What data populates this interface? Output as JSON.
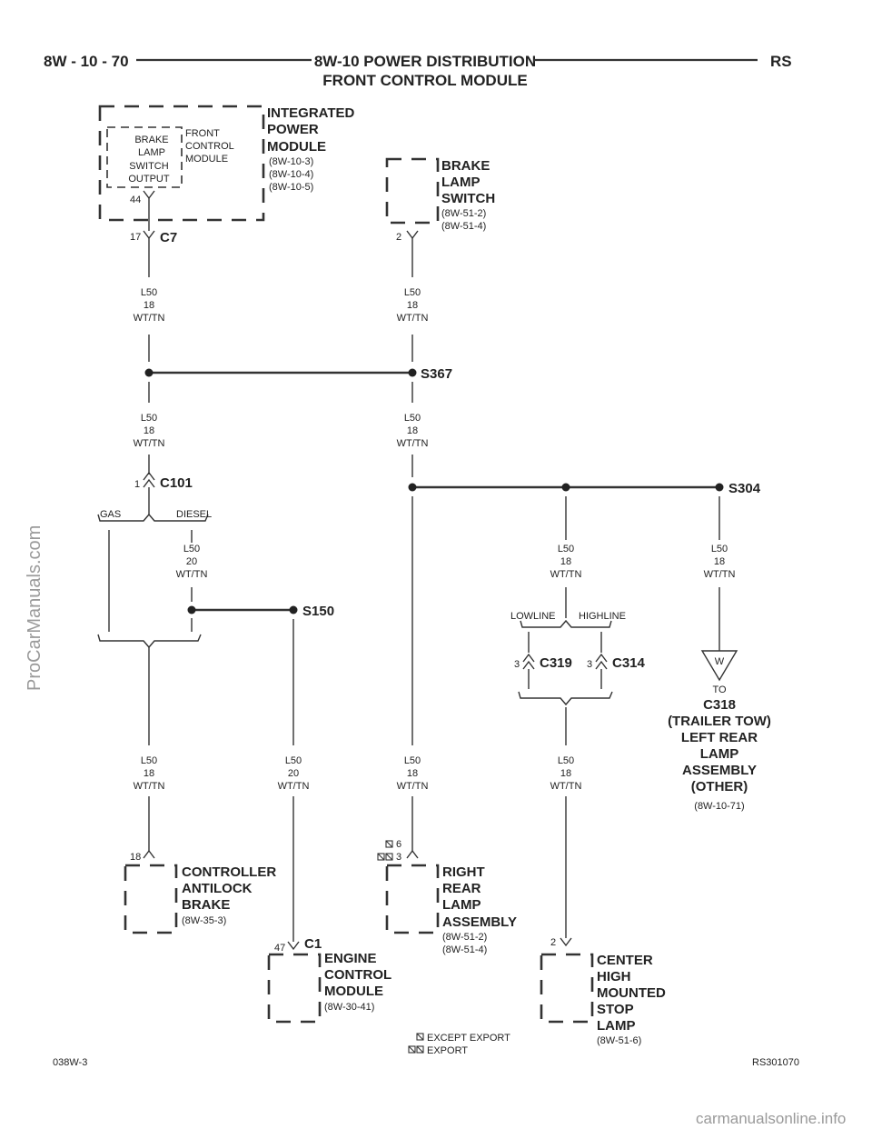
{
  "header": {
    "page_number": "8W - 10 - 70",
    "title_line1": "8W-10 POWER DISTRIBUTION",
    "title_line2": "FRONT CONTROL MODULE",
    "section_code": "RS"
  },
  "components": {
    "ipm": {
      "name_lines": [
        "INTEGRATED",
        "POWER",
        "MODULE"
      ],
      "refs": [
        "(8W-10-3)",
        "(8W-10-4)",
        "(8W-10-5)"
      ]
    },
    "fcm": {
      "lines": [
        "FRONT",
        "CONTROL",
        "MODULE"
      ]
    },
    "bls_output": {
      "lines": [
        "BRAKE",
        "LAMP",
        "SWITCH",
        "OUTPUT"
      ]
    },
    "brake_lamp_switch": {
      "name_lines": [
        "BRAKE",
        "LAMP",
        "SWITCH"
      ],
      "refs": [
        "(8W-51-2)",
        "(8W-51-4)"
      ]
    },
    "cab": {
      "name_lines": [
        "CONTROLLER",
        "ANTILOCK",
        "BRAKE"
      ],
      "refs": [
        "(8W-35-3)"
      ]
    },
    "ecm": {
      "name_lines": [
        "ENGINE",
        "CONTROL",
        "MODULE"
      ],
      "refs": [
        "(8W-30-41)"
      ]
    },
    "rrl": {
      "name_lines": [
        "RIGHT",
        "REAR",
        "LAMP",
        "ASSEMBLY"
      ],
      "refs": [
        "(8W-51-2)",
        "(8W-51-4)"
      ]
    },
    "chmsl": {
      "name_lines": [
        "CENTER",
        "HIGH",
        "MOUNTED",
        "STOP",
        "LAMP"
      ],
      "refs": [
        "(8W-51-6)"
      ]
    },
    "trailer": {
      "to": "TO",
      "lines": [
        "C318",
        "(TRAILER TOW)",
        "LEFT REAR",
        "LAMP",
        "ASSEMBLY",
        "(OTHER)"
      ],
      "ref": "(8W-10-71)",
      "flag": "W"
    }
  },
  "connectors": {
    "c7": {
      "name": "C7",
      "pin": "17"
    },
    "fcm_pin": "44",
    "bls_pin": "2",
    "c101": {
      "name": "C101",
      "pin": "1"
    },
    "c319": {
      "name": "C319",
      "pin": "3"
    },
    "c314": {
      "name": "C314",
      "pin": "3"
    },
    "c1": {
      "name": "C1",
      "pin": "47"
    },
    "cab_pin": "18",
    "rrl_pins": {
      "except_export": "6",
      "export": "3"
    },
    "chmsl_pin": "2"
  },
  "splices": {
    "s367": "S367",
    "s304": "S304",
    "s150": "S150"
  },
  "options": {
    "gas": "GAS",
    "diesel": "DIESEL",
    "lowline": "LOWLINE",
    "highline": "HIGHLINE"
  },
  "wires": {
    "w1": [
      "L50",
      "18",
      "WT/TN"
    ],
    "w2": [
      "L50",
      "18",
      "WT/TN"
    ],
    "w3": [
      "L50",
      "18",
      "WT/TN"
    ],
    "w4": [
      "L50",
      "18",
      "WT/TN"
    ],
    "w5": [
      "L50",
      "20",
      "WT/TN"
    ],
    "w6": [
      "L50",
      "18",
      "WT/TN"
    ],
    "w7": [
      "L50",
      "18",
      "WT/TN"
    ],
    "w8": [
      "L50",
      "18",
      "WT/TN"
    ],
    "w9": [
      "L50",
      "20",
      "WT/TN"
    ],
    "w10": [
      "L50",
      "18",
      "WT/TN"
    ],
    "w11": [
      "L50",
      "18",
      "WT/TN"
    ]
  },
  "legend": {
    "except_export": "EXCEPT EXPORT",
    "export": "EXPORT"
  },
  "footer": {
    "left_code": "038W-3",
    "right_code": "RS301070"
  },
  "watermarks": {
    "left": "ProCarManuals.com",
    "bottom": "carmanualsonline.info"
  }
}
